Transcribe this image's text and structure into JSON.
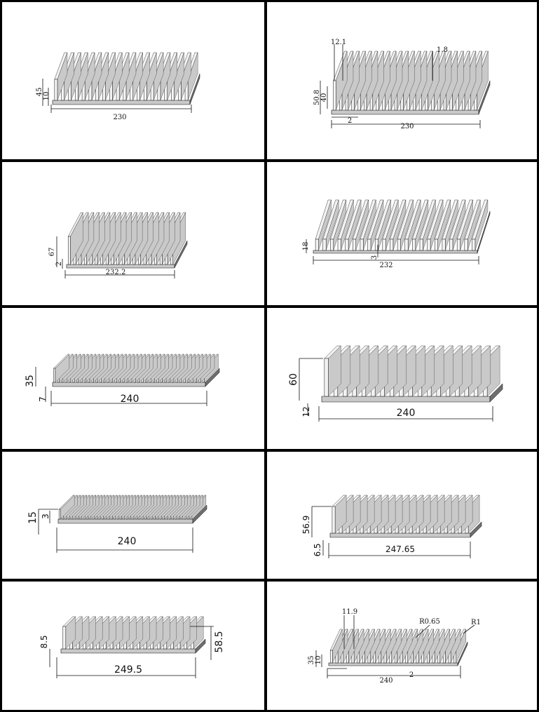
{
  "panels": [
    {
      "id": "hs1",
      "labels": {
        "height": "45",
        "base": "10",
        "width": "230"
      }
    },
    {
      "id": "hs2",
      "labels": {
        "fin_pitch": "12.1",
        "fin_thk": "1.8",
        "height": "50.8",
        "fin_h": "40",
        "base": "2",
        "width": "230"
      }
    },
    {
      "id": "hs3",
      "labels": {
        "height": "67",
        "base": "2",
        "width": "232.2"
      }
    },
    {
      "id": "hs4",
      "labels": {
        "height": "18",
        "base": "3",
        "width": "232"
      }
    },
    {
      "id": "hs5",
      "labels": {
        "height": "35",
        "base": "7",
        "width": "240"
      }
    },
    {
      "id": "hs6",
      "labels": {
        "height": "60",
        "base": "12",
        "width": "240"
      }
    },
    {
      "id": "hs7",
      "labels": {
        "height": "15",
        "base": "3",
        "width": "240"
      }
    },
    {
      "id": "hs8",
      "labels": {
        "height": "56.9",
        "base": "6.5",
        "width": "247.65"
      }
    },
    {
      "id": "hs9",
      "labels": {
        "base": "8.5",
        "width": "249.5",
        "height": "58.5"
      }
    },
    {
      "id": "hs10",
      "labels": {
        "fin_pitch": "11.9",
        "radius_a": "R0.65",
        "radius_b": "R1",
        "height": "35",
        "fin_h": "10",
        "base": "2",
        "width": "240"
      }
    }
  ],
  "colors": {
    "frame": "#000000",
    "fin_light": "#f2f2f2",
    "fin_mid": "#c9c9c9",
    "fin_dark": "#6e6e6e",
    "line": "#111111"
  }
}
